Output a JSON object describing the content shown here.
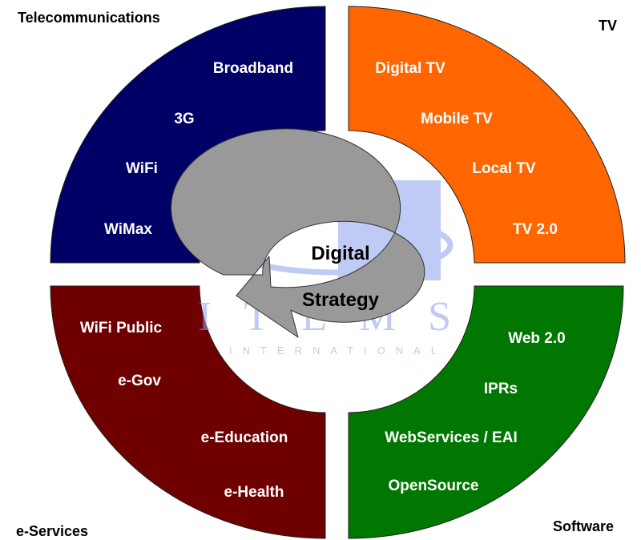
{
  "quadrants": {
    "telecom": {
      "heading": "Telecommunications",
      "color": "#000066",
      "items": [
        "Broadband",
        "3G",
        "WiFi",
        "WiMax"
      ]
    },
    "tv": {
      "heading": "TV",
      "color": "#FF6600",
      "items": [
        "Digital TV",
        "Mobile TV",
        "Local TV",
        "TV 2.0"
      ]
    },
    "eservices": {
      "heading": "e-Services",
      "color": "#6E0000",
      "items": [
        "WiFi Public",
        "e-Gov",
        "e-Education",
        "e-Health"
      ]
    },
    "software": {
      "heading": "Software",
      "color": "#007700",
      "items": [
        "Web 2.0",
        "IPRs",
        "WebServices / EAI",
        "OpenSource"
      ]
    }
  },
  "center": {
    "line1": "Digital",
    "line2": "Strategy",
    "arrow_color": "#999999"
  },
  "watermark": {
    "title": "ITEMS",
    "subtitle": "INTERNATIONAL",
    "color": "#8EA2EE"
  }
}
